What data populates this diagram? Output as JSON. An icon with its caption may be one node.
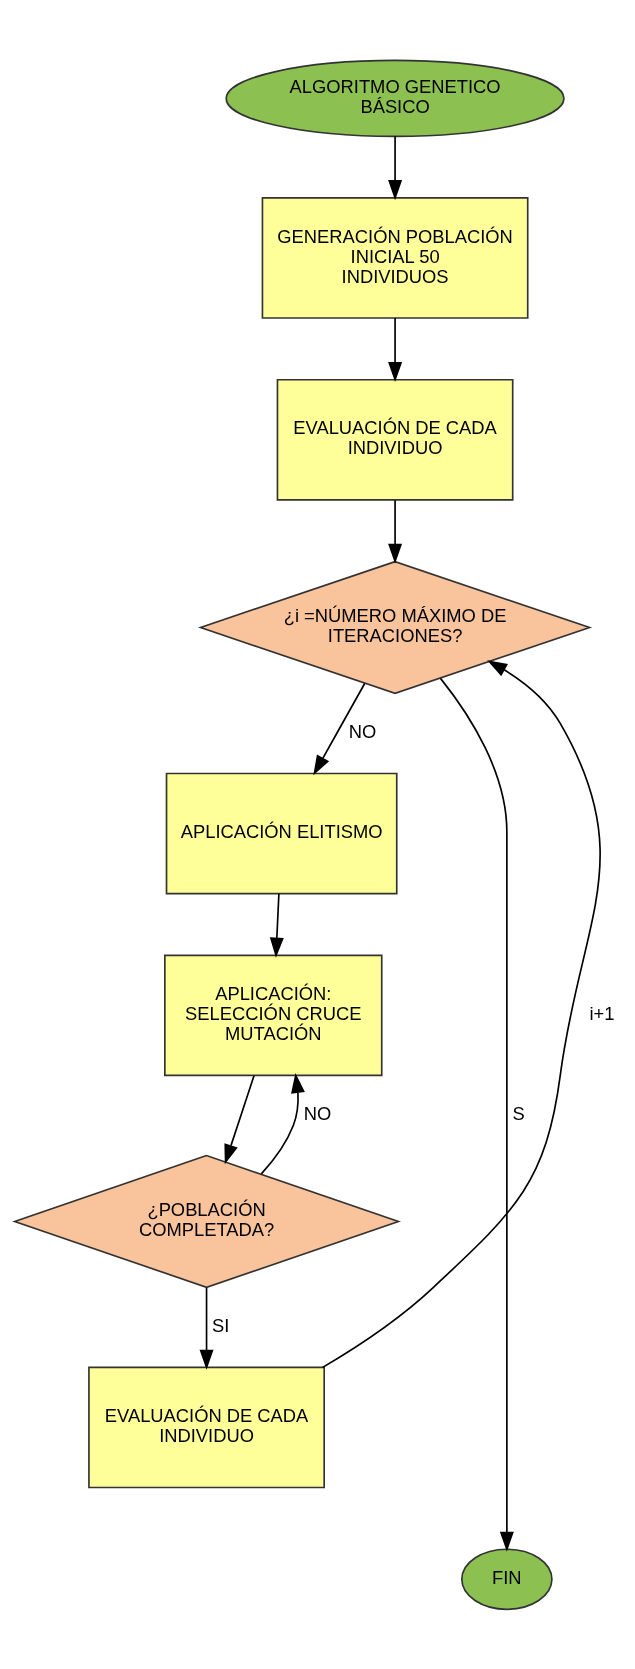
{
  "diagram": {
    "nodes": [
      {
        "text": [
          "ALGORITMO GENETICO BÁSICO"
        ]
      },
      {
        "text": [
          "GENERACIÓN POBLACIÓN INICIAL 50 INDIVIDUOS"
        ]
      },
      {
        "text": [
          "EVALUACIÓN DE CADA INDIVIDUO"
        ]
      },
      {
        "text": [
          "¿i =NÚMERO MÁXIMO DE ITERACIONES?"
        ]
      },
      {
        "text": [
          "APLICACIÓN ELITISMO"
        ]
      },
      {
        "text": [
          "APLICACIÓN: SELECCIÓN CRUCE MUTACIÓN"
        ]
      },
      {
        "text": [
          "¿POBLACIÓN COMPLETADA?"
        ]
      },
      {
        "text": [
          "EVALUACIÓN DE CADA INDIVIDUO"
        ]
      },
      {
        "text": [
          "FIN"
        ]
      }
    ],
    "edges": [
      {
        "from": 0,
        "to": 1,
        "arrow": "to"
      },
      {
        "from": 1,
        "to": 2,
        "arrow": "to"
      },
      {
        "from": 2,
        "to": 3,
        "arrow": "to"
      },
      {
        "from": 3,
        "to": 4,
        "arrow": "to",
        "label": "NO"
      },
      {
        "from": 4,
        "to": 5,
        "arrow": "to"
      },
      {
        "from": 5,
        "to": 6,
        "arrow": "to"
      },
      {
        "from": 6,
        "to": 5,
        "arrow": "to",
        "label": "NO"
      },
      {
        "from": 6,
        "to": 7,
        "arrow": "to",
        "label": "SI"
      },
      {
        "from": 7,
        "to": 3,
        "arrow": "to",
        "label": "i+1"
      },
      {
        "from": 3,
        "to": 8,
        "arrow": "to",
        "label": "S"
      }
    ]
  }
}
